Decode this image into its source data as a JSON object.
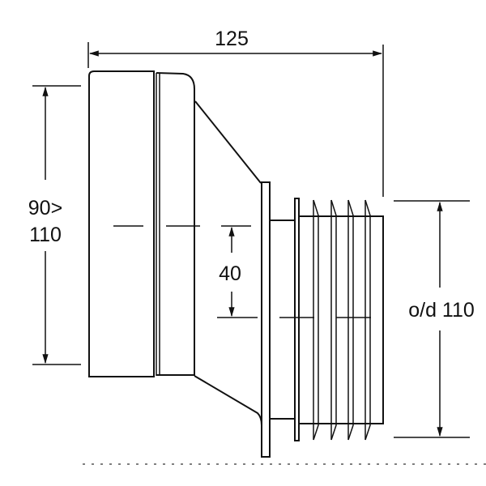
{
  "title": "Offset WC pan connector dimension drawing",
  "dimensions": {
    "overall_length": "125",
    "inlet_range_line1": "90>",
    "inlet_range_line2": "110",
    "offset": "40",
    "outlet_diameter": "o/d 110"
  },
  "colors": {
    "line": "#111111",
    "background": "#ffffff"
  }
}
